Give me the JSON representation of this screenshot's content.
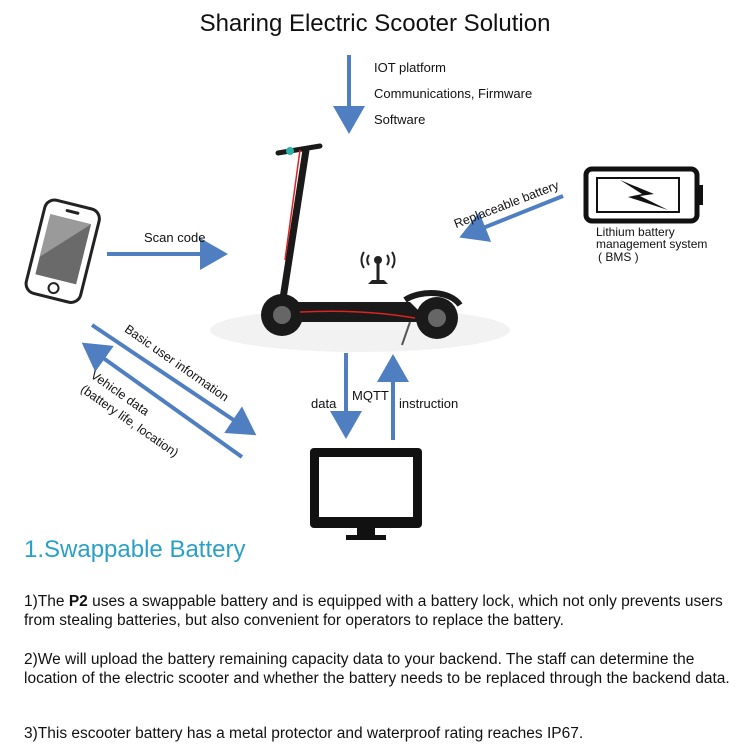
{
  "diagram": {
    "title": "Sharing Electric Scooter Solution",
    "iot_label_line1": "IOT platform",
    "iot_label_line2": "Communications, Firmware",
    "iot_label_line3": "Software",
    "scan_code": "Scan code",
    "replaceable_battery": "Replaceable battery",
    "bms_line1": "Lithium battery",
    "bms_line2": "management system",
    "bms_line3": "( BMS )",
    "basic_user_info": "Basic user information",
    "vehicle_data_line1": "Vehicle data",
    "vehicle_data_line2": "(battery life, location)",
    "data_label": "data",
    "mqtt_label": "MQTT",
    "instruction_label": "instruction",
    "arrow_color": "#4f7fc0"
  },
  "section": {
    "title": "1.Swappable Battery",
    "p1_prefix": "1)The ",
    "p1_bold": "P2",
    "p1_rest": " uses a swappable battery and is equipped with a battery lock, which not only prevents users from stealing batteries, but also convenient for operators to replace the battery.",
    "p2": "2)We will upload the battery remaining capacity data to your backend. The staff can determine the location of the electric scooter and whether the battery needs to be replaced through the backend data.",
    "p3": "3)This escooter battery has a metal protector and waterproof rating reaches IP67."
  }
}
